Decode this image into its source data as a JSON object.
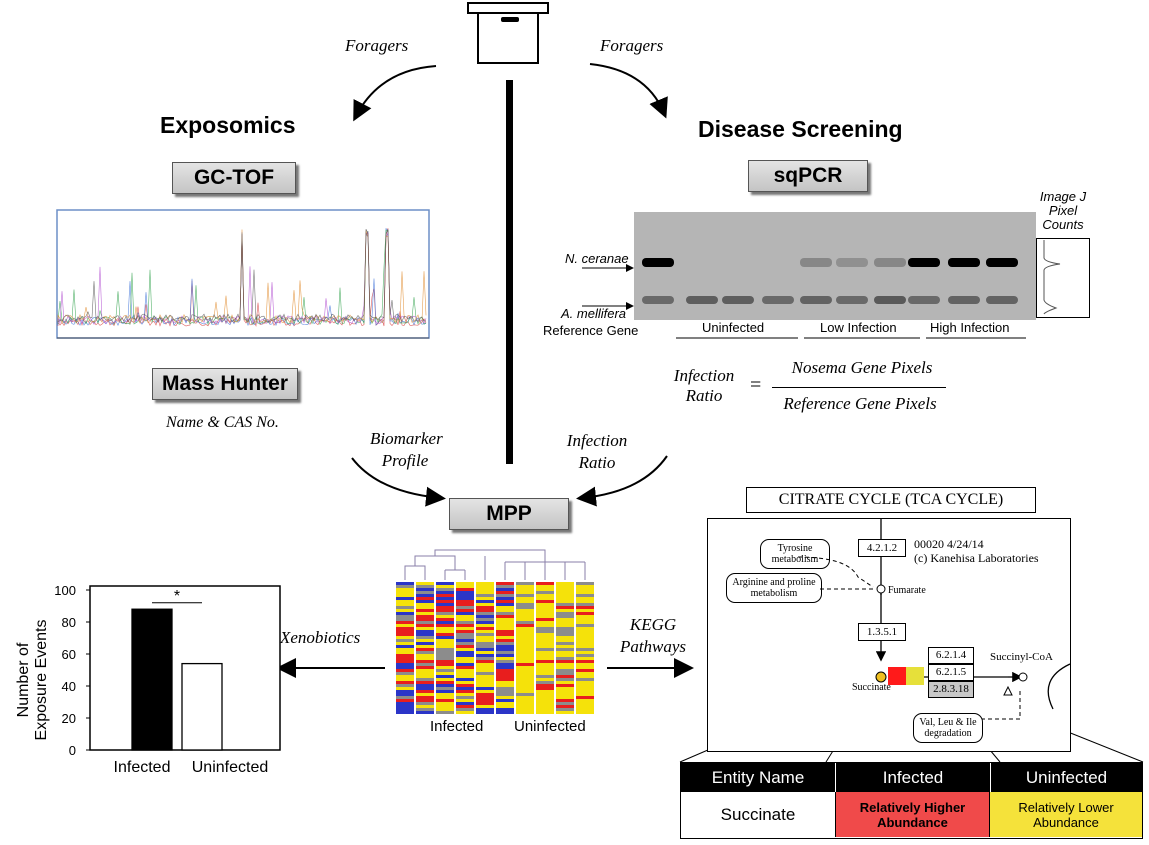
{
  "center": {
    "hive_icon": "beehive-box-icon",
    "foragers_left": "Foragers",
    "foragers_right": "Foragers"
  },
  "exposomics": {
    "title": "Exposomics",
    "gctof_label": "GC-TOF",
    "masshunter_label": "Mass Hunter",
    "name_cas": "Name & CAS No."
  },
  "disease": {
    "title": "Disease Screening",
    "sqpcr_label": "sqPCR",
    "imagej_label": "Image J Pixel Counts",
    "n_ceranae": "N. ceranae",
    "a_mellifera": "A. mellifera",
    "reference_gene": "Reference Gene",
    "groups": [
      "Uninfected",
      "Low Infection",
      "High Infection"
    ],
    "formula_lhs_1": "Infection",
    "formula_lhs_2": "Ratio",
    "formula_eq": "=",
    "formula_num": "Nosema Gene Pixels",
    "formula_den": "Reference Gene Pixels"
  },
  "flow": {
    "biomarker_1": "Biomarker",
    "biomarker_2": "Profile",
    "infection_ratio_1": "Infection",
    "infection_ratio_2": "Ratio",
    "mpp_label": "MPP",
    "xenobiotics": "Xenobiotics",
    "kegg_1": "KEGG",
    "kegg_2": "Pathways"
  },
  "heatmap": {
    "label_infected": "Infected",
    "label_uninfected": "Uninfected",
    "colors": [
      "#e81e1e",
      "#f5e20a",
      "#2b35c8",
      "#8c8c8c"
    ]
  },
  "kegg": {
    "title": "CITRATE CYCLE (TCA CYCLE)",
    "tyrosine": [
      "Tyrosine",
      "metabolism"
    ],
    "arginine": [
      "Arginine and proline",
      "metabolism"
    ],
    "ec_4212": "4.2.1.2",
    "map_id": "00020 4/24/14",
    "copyright": "(c) Kanehisa Laboratories",
    "fumarate": "Fumarate",
    "ec_1351": "1.3.5.1",
    "ec_6214": "6.2.1.4",
    "ec_6215": "6.2.1.5",
    "ec_28318": "2.8.3.18",
    "succinyl": "Succinyl-CoA",
    "succinate": "Succinate",
    "val_leu": [
      "Val, Leu & Ile",
      "degradation"
    ]
  },
  "table": {
    "headers": [
      "Entity Name",
      "Infected",
      "Uninfected"
    ],
    "entity": "Succinate",
    "infected_value": "Relatively Higher Abundance",
    "uninfected_value": "Relatively Lower Abundance",
    "infected_color": "#f04a4a",
    "uninfected_color": "#f5e23a"
  },
  "chart_data": {
    "type": "bar",
    "categories": [
      "Infected",
      "Uninfected"
    ],
    "values": [
      88,
      54
    ],
    "ylabel": "Number of Exposure Events",
    "ylim": [
      0,
      100
    ],
    "yticks": [
      0,
      20,
      40,
      60,
      80,
      100
    ],
    "significance": "*",
    "bar_fills": [
      "#000000",
      "#ffffff"
    ]
  }
}
